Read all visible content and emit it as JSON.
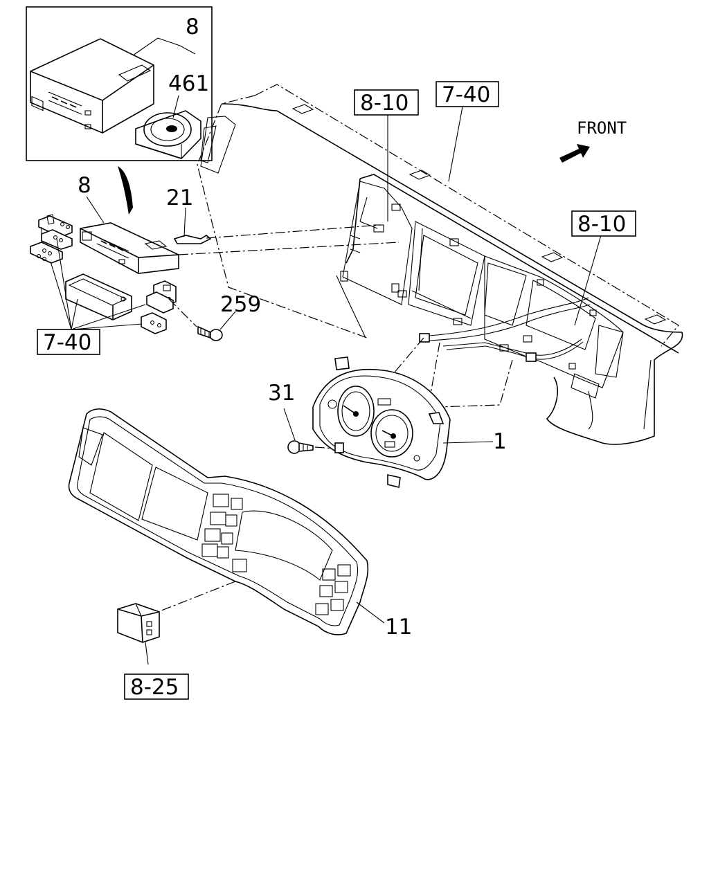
{
  "diagram": {
    "front_label": "FRONT",
    "callouts": {
      "inset_radio": "8",
      "inset_disc": "461",
      "radio": "8",
      "connector": "21",
      "brackets_ref": "7-40",
      "screw_259": "259",
      "harness_ref_top": "8-10",
      "panel_ref": "7-40",
      "harness_ref_right": "8-10",
      "screw_31": "31",
      "meter_cluster": "1",
      "cluster_bezel": "11",
      "switch_ref": "8-25"
    }
  }
}
